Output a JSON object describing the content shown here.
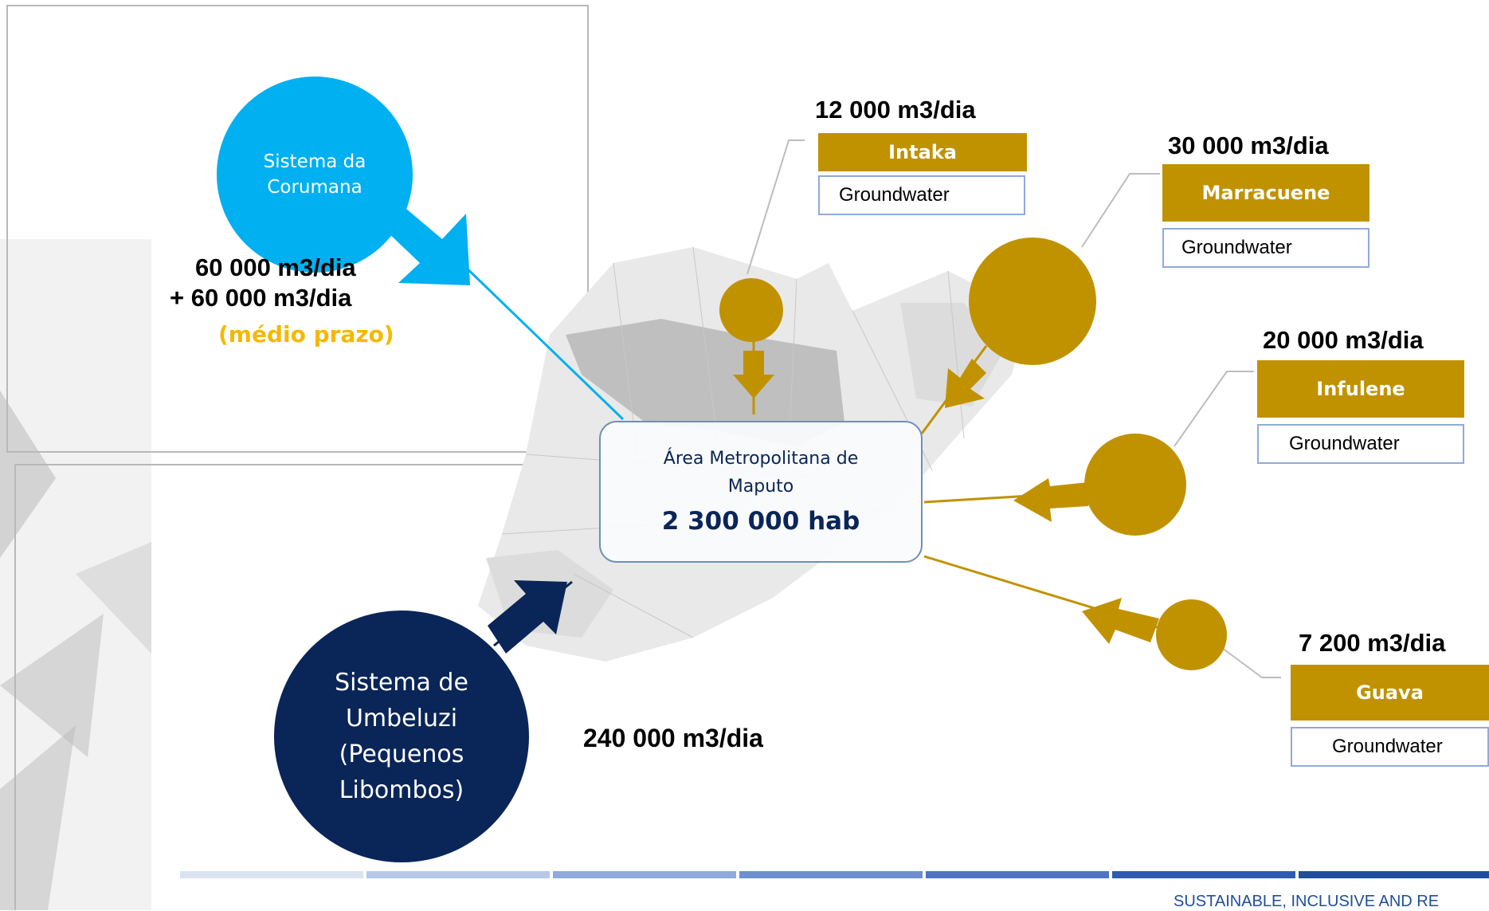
{
  "corumana": {
    "name": "Sistema da\nCorumana",
    "flow_line1": "60 000 m3/dia",
    "flow_line2": "+ 60 000 m3/dia",
    "note": "(médio prazo)"
  },
  "umbeluzi": {
    "name": "Sistema de\nUmbeluzi\n(Pequenos\nLibombos)",
    "flow": "240 000 m3/dia"
  },
  "center": {
    "name": "Área Metropolitana de\nMaputo",
    "population": "2 300 000 hab"
  },
  "sources": [
    {
      "amount": "12 000 m3/dia",
      "name": "Intaka",
      "type": "Groundwater"
    },
    {
      "amount": "30 000 m3/dia",
      "name": "Marracuene",
      "type": "Groundwater"
    },
    {
      "amount": "20 000 m3/dia",
      "name": "Infulene",
      "type": "Groundwater"
    },
    {
      "amount": "7 200 m3/dia",
      "name": "Guava",
      "type": "Groundwater"
    }
  ],
  "footer": {
    "text": "SUSTAINABLE, INCLUSIVE AND RE"
  },
  "colors": {
    "corumana": "#00b0f0",
    "umbeluzi": "#0a2558",
    "groundwater": "#c09200",
    "note": "#f5b800",
    "map": "#d9d9d9"
  },
  "icons": {
    "logo": "stylized-grey-logo-shapes",
    "flow": "arrow-icon"
  }
}
